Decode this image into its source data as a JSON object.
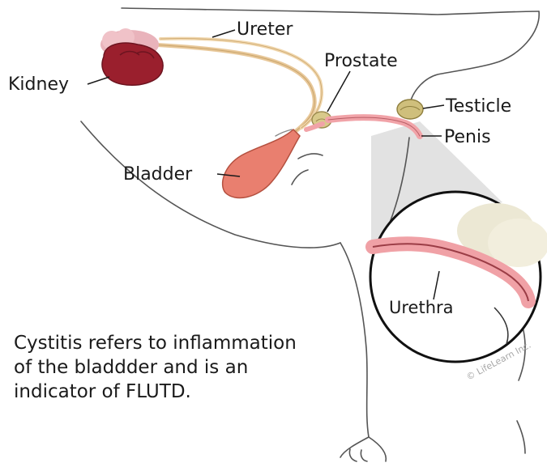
{
  "labels": {
    "ureter": "Ureter",
    "kidney": "Kidney",
    "prostate": "Prostate",
    "testicle": "Testicle",
    "penis": "Penis",
    "bladder": "Bladder",
    "urethra": "Urethra"
  },
  "caption": {
    "line1": "Cystitis refers to inflammation",
    "line2": "of the bladdder and is an",
    "line3": "indicator of FLUTD."
  },
  "copyright": "© LifeLearn Inc.",
  "colors": {
    "kidney_dark": "#8f1e2a",
    "kidney_light": "#e9b3bb",
    "ureter": "#e8c89a",
    "bladder": "#e97f6f",
    "prostate": "#d8c98a",
    "testicle": "#cfbf7c",
    "penis": "#f1a3a8",
    "outline": "#3a3a3a",
    "zoom_wedge": "#dcdcdc"
  }
}
